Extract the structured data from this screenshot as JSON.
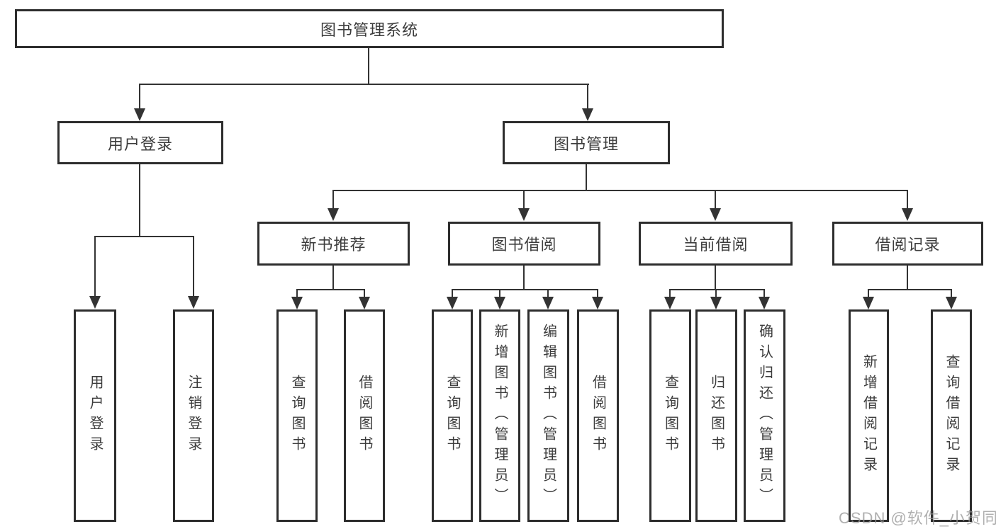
{
  "diagram": {
    "title_node": {
      "label": "图书管理系统"
    },
    "level2": [
      {
        "label": "用户登录"
      },
      {
        "label": "图书管理"
      }
    ],
    "level3": [
      {
        "label": "新书推荐"
      },
      {
        "label": "图书借阅"
      },
      {
        "label": "当前借阅"
      },
      {
        "label": "借阅记录"
      }
    ],
    "leaves": [
      {
        "label": "用户登录"
      },
      {
        "label": "注销登录"
      },
      {
        "label": "查询图书"
      },
      {
        "label": "借阅图书"
      },
      {
        "label": "查询图书"
      },
      {
        "label": "新增图书（管理员）"
      },
      {
        "label": "编辑图书（管理员）"
      },
      {
        "label": "借阅图书"
      },
      {
        "label": "查询图书"
      },
      {
        "label": "归还图书"
      },
      {
        "label": "确认归还（管理员）"
      },
      {
        "label": "新增借阅记录"
      },
      {
        "label": "查询借阅记录"
      }
    ],
    "watermark": "CSDN @软件_小贺同学",
    "colors": {
      "line": "#333333",
      "box_border": "#2d2d2d",
      "text": "#3c3c3c",
      "background": "#ffffff",
      "watermark": "#a8a8a8"
    }
  }
}
